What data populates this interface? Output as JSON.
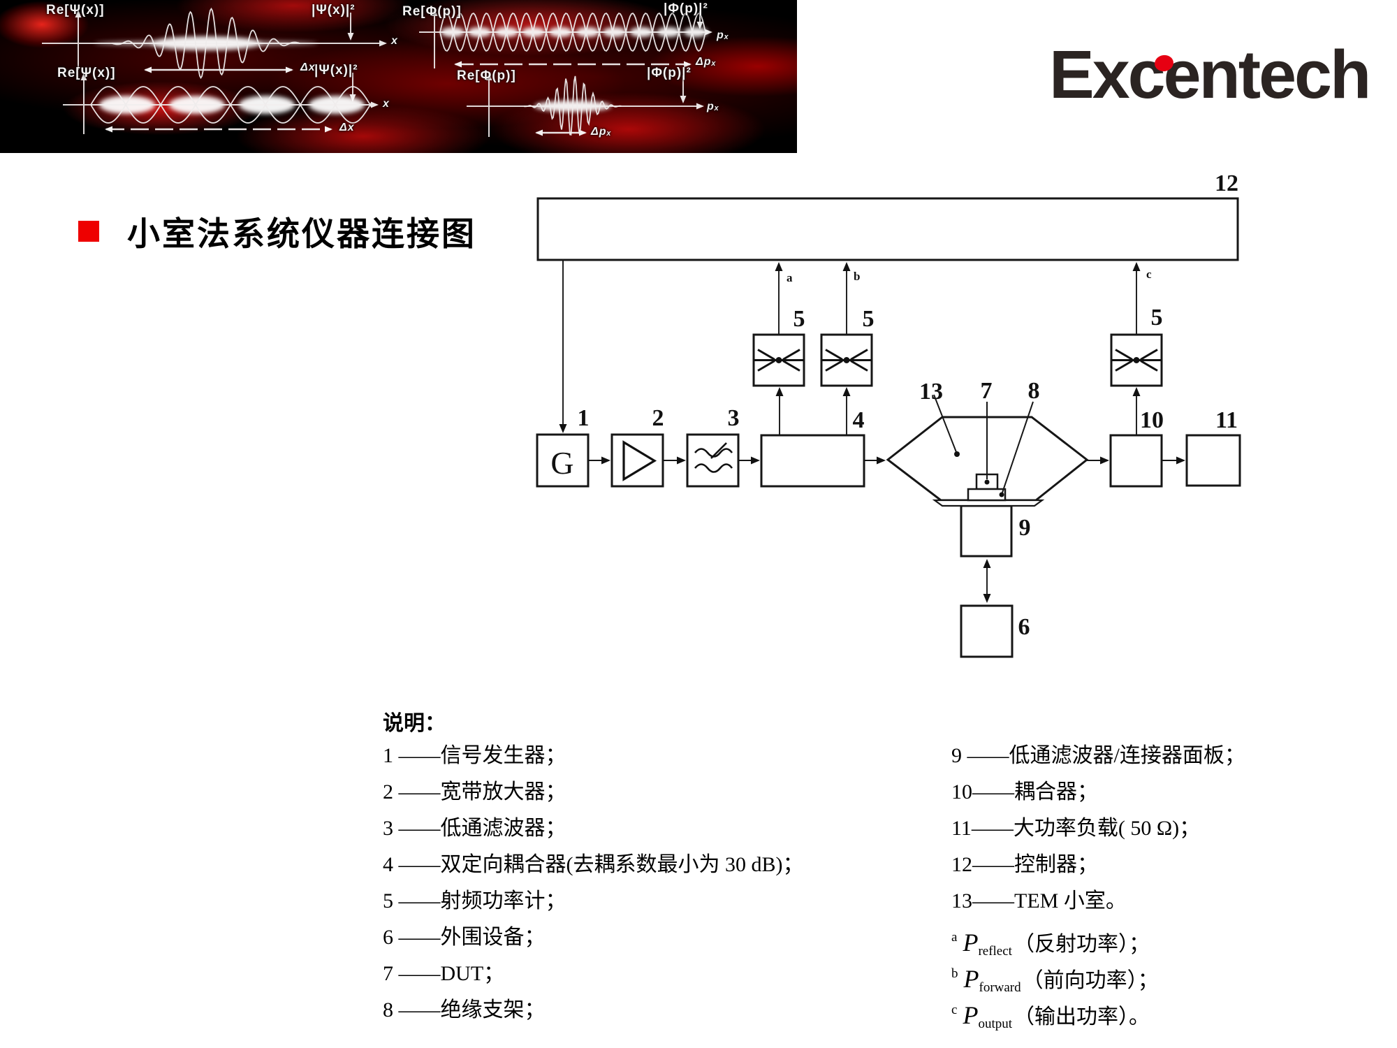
{
  "banner": {
    "logo": {
      "text": "Excentech",
      "dot_color": "#e60012",
      "text_color": "#2b2422"
    },
    "labels": {
      "tl_axis": "Re[Ψ(x)]",
      "tl_sq": "|Ψ(x)|²",
      "tr_axis": "Re[Φ(p)]",
      "tr_sq": "|Φ(p)|²",
      "bl_axis": "Re[Ψ(x)]",
      "bl_sq": "|Ψ(x)|²",
      "br_axis": "Re[Φ(p)]",
      "br_sq": "|Φ(p)|²",
      "x": "x",
      "px": "pₓ",
      "dx": "Δx",
      "dpx": "Δpₓ"
    }
  },
  "title": {
    "text": "小室法系统仪器连接图",
    "bullet_color": "#ee0000"
  },
  "diagram": {
    "g": "G",
    "n1": "1",
    "n2": "2",
    "n3": "3",
    "n4": "4",
    "n5a": "5",
    "n5b": "5",
    "n5c": "5",
    "n6": "6",
    "n7": "7",
    "n8": "8",
    "n9": "9",
    "n10": "10",
    "n11": "11",
    "n12": "12",
    "n13": "13",
    "a": "a",
    "b": "b",
    "c": "c"
  },
  "legend": {
    "heading": "说明：",
    "left": [
      "1 ——信号发生器；",
      "2 ——宽带放大器；",
      "3 ——低通滤波器；",
      "4 ——双定向耦合器(去耦系数最小为 30 dB)；",
      "5 ——射频功率计；",
      "6 ——外围设备；",
      "7 ——DUT；",
      "8 ——绝缘支架；"
    ],
    "right": [
      "9 ——低通滤波器/连接器面板；",
      "10——耦合器；",
      "11——大功率负载( 50 Ω)；",
      "12——控制器；",
      "13——TEM 小室。"
    ],
    "footnotes": [
      {
        "sup": "a",
        "p": "P",
        "sub": "reflect",
        "rest": "（反射功率）；"
      },
      {
        "sup": "b",
        "p": "P",
        "sub": "forward",
        "rest": "（前向功率）；"
      },
      {
        "sup": "c",
        "p": "P",
        "sub": "output",
        "rest": "（输出功率）。"
      }
    ]
  }
}
